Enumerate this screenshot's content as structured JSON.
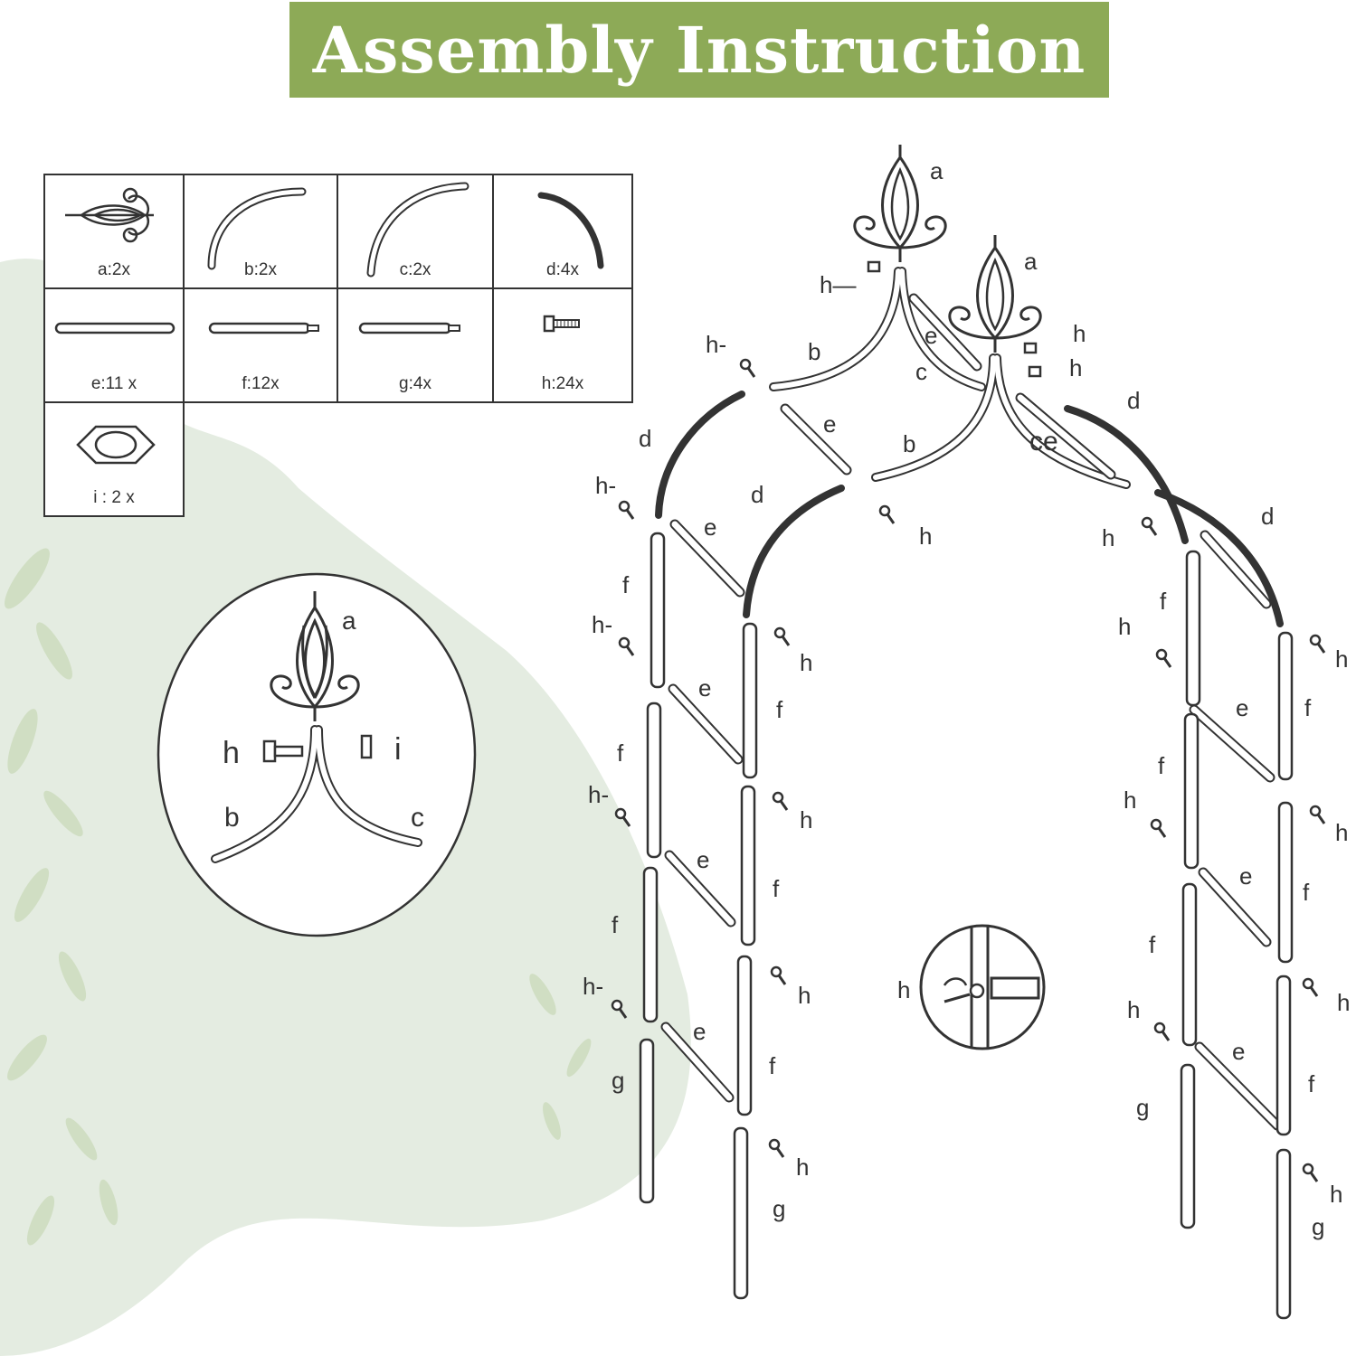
{
  "title": "Assembly Instruction",
  "parts": [
    {
      "key": "a",
      "label": "a:2x"
    },
    {
      "key": "b",
      "label": "b:2x"
    },
    {
      "key": "c",
      "label": "c:2x"
    },
    {
      "key": "d",
      "label": "d:4x"
    },
    {
      "key": "e",
      "label": "e:11 x"
    },
    {
      "key": "f",
      "label": "f:12x"
    },
    {
      "key": "g",
      "label": "g:4x"
    },
    {
      "key": "h",
      "label": "h:24x"
    },
    {
      "key": "i",
      "label": "i : 2 x"
    }
  ],
  "detail": {
    "a": "a",
    "h": "h",
    "i": "i",
    "b": "b",
    "c": "c"
  },
  "diagram_labels": {
    "a": "a",
    "b": "b",
    "c": "c",
    "ce": "ce",
    "d": "d",
    "e": "e",
    "f": "f",
    "g": "g",
    "h": "h",
    "h_dash": "h—",
    "h_hook": "h-"
  },
  "colors": {
    "banner": "#8daa57",
    "blob": "#e3ebe0",
    "leaf": "#c5d6b3"
  }
}
